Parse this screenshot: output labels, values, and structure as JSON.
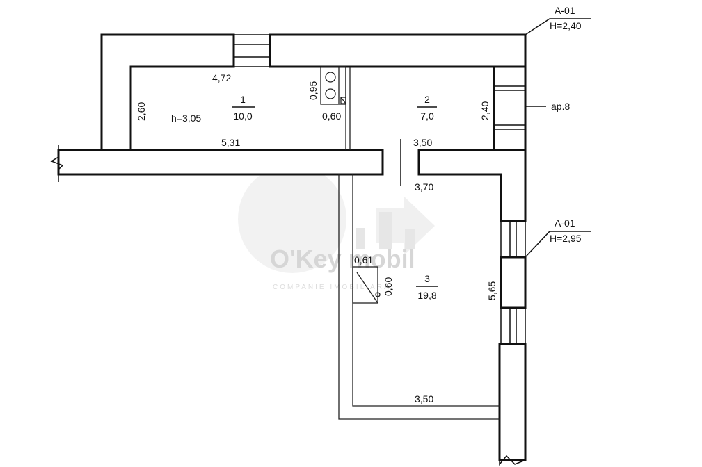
{
  "watermark": {
    "brand": "O'Key mobil",
    "tagline": "COMPANIE IMOBILIARA"
  },
  "dimensions": {
    "room1_top_width": "4,72",
    "room1_left_height": "2,60",
    "room1_bottom_width": "5,31",
    "kitchen_top_height": "0,95",
    "kitchen_top_width": "0,60",
    "room2_right_height": "2,40",
    "corridor_width_top": "3,50",
    "corridor_width_bottom": "3,70",
    "kitchen_bottom_width": "0,61",
    "kitchen_bottom_height": "0,60",
    "room3_right_height": "5,65",
    "room3_bottom_width": "3,50"
  },
  "rooms": [
    {
      "number": "1",
      "area": "10,0"
    },
    {
      "number": "2",
      "area": "7,0"
    },
    {
      "number": "3",
      "area": "19,8"
    }
  ],
  "ceiling_height": "h=3,05",
  "apartment": "ap.8",
  "sections": [
    {
      "code": "A-01",
      "height": "H=2,40"
    },
    {
      "code": "A-01",
      "height": "H=2,95"
    }
  ]
}
